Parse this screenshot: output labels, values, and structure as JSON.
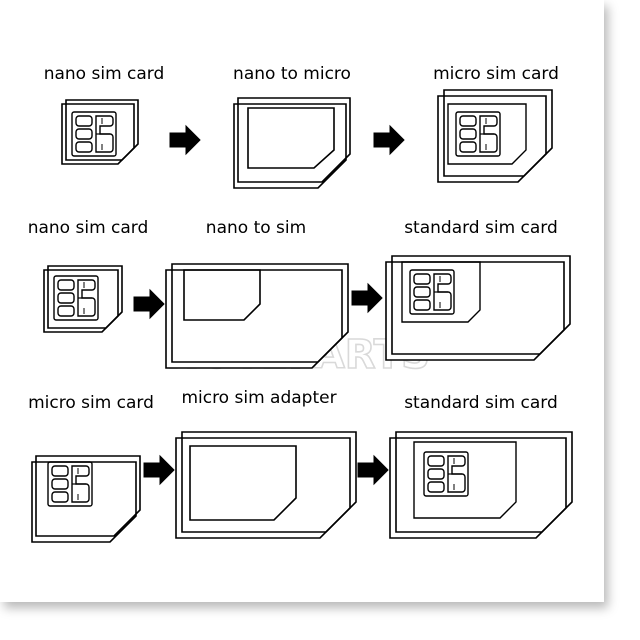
{
  "rows": [
    {
      "labels": {
        "left": "nano sim card",
        "middle": "nano to micro",
        "right": "micro sim card"
      }
    },
    {
      "labels": {
        "left": "nano sim card",
        "middle": "nano to sim",
        "right": "standard sim card"
      }
    },
    {
      "labels": {
        "left": "micro sim card",
        "middle": "micro sim adapter",
        "right": "standard sim card"
      }
    }
  ],
  "watermark": "NOTEPARTS",
  "colors": {
    "line": "#000000",
    "arrow": "#000000",
    "background": "#ffffff",
    "watermark": "#d9d9d9"
  }
}
